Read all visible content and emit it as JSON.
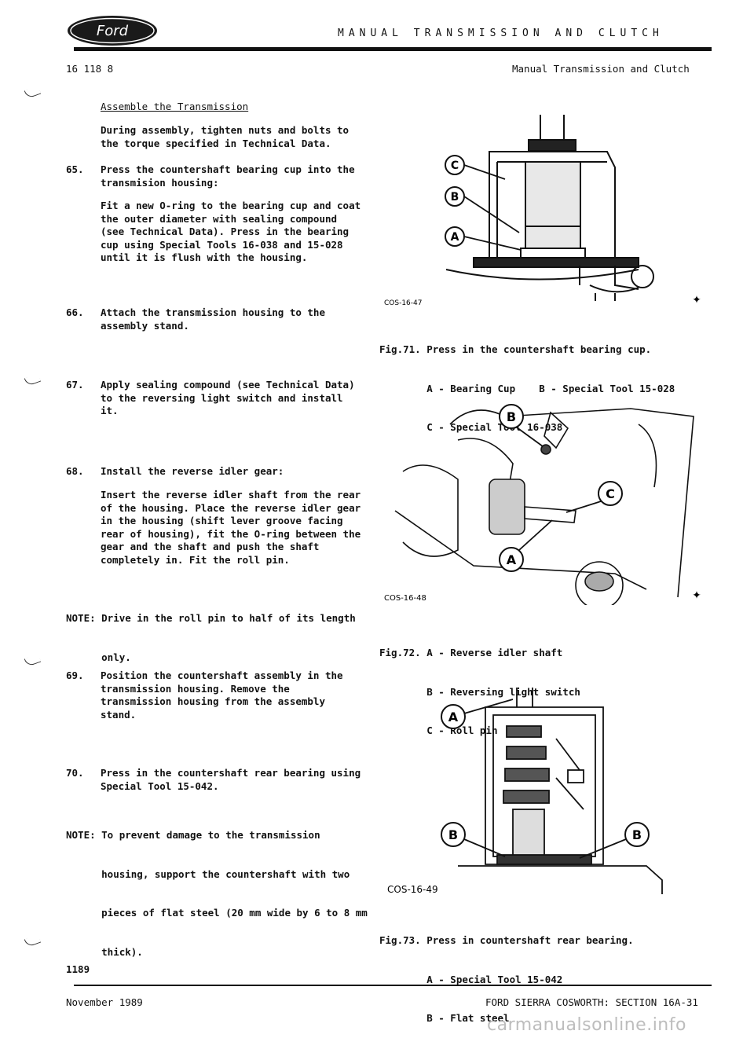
{
  "header": {
    "brand": "Ford",
    "title": "MANUAL TRANSMISSION AND CLUTCH",
    "page_ref": "16 118 8",
    "section": "Manual Transmission and Clutch"
  },
  "left": {
    "heading": "Assemble the Transmission",
    "intro": [
      "During assembly, tighten nuts and bolts to",
      "the torque specified in Technical Data."
    ],
    "steps": [
      {
        "num": "65.",
        "lines": [
          "Press the countershaft bearing cup into the",
          "transmision housing:"
        ]
      },
      {
        "num": "66.",
        "lines": [
          "Attach the transmission housing to the",
          "assembly stand."
        ]
      },
      {
        "num": "67.",
        "lines": [
          "Apply sealing compound (see Technical Data)",
          "to the reversing light switch and install",
          "it."
        ]
      },
      {
        "num": "68.",
        "lines": [
          "Install the reverse idler gear:"
        ]
      },
      {
        "num": "69.",
        "lines": [
          "Position the countershaft assembly in the",
          "transmission housing.  Remove the",
          "transmission housing from the assembly",
          "stand."
        ]
      },
      {
        "num": "70.",
        "lines": [
          "Press in the countershaft rear bearing using",
          "Special Tool 15-042."
        ]
      }
    ],
    "step65_detail": [
      "Fit a new O-ring to the bearing cup and coat",
      "the outer diameter with sealing compound",
      "(see Technical Data).  Press in the bearing",
      "cup using Special Tools 16-038 and 15-028",
      "until it is flush with the housing."
    ],
    "step68_detail": [
      "Insert the reverse idler shaft from the rear",
      "of the housing.  Place the reverse idler gear",
      "in the housing (shift lever groove facing",
      "rear of housing), fit the O-ring between the",
      "gear and the shaft and push the shaft",
      "completely in.  Fit the roll pin."
    ],
    "note1": [
      "NOTE: Drive in the roll pin to half of its length",
      "      only."
    ],
    "note2": [
      "NOTE: To prevent damage to the transmission",
      "      housing, support the countershaft with two",
      "      pieces of flat steel (20 mm wide by 6 to 8 mm",
      "      thick)."
    ]
  },
  "figures": [
    {
      "code": "COS-16-47",
      "caption": [
        "Fig.71. Press in the countershaft bearing cup.",
        "        A - Bearing Cup    B - Special Tool 15-028",
        "        C - Special Tool 16-038"
      ],
      "callouts": [
        "C",
        "B",
        "A"
      ]
    },
    {
      "code": "COS-16-48",
      "caption": [
        "Fig.72. A - Reverse idler shaft",
        "        B - Reversing light switch",
        "        C - Roll pin"
      ],
      "callouts": [
        "B",
        "C",
        "A"
      ]
    },
    {
      "code": "COS-16-49",
      "caption": [
        "Fig.73. Press in countershaft rear bearing.",
        "        A - Special Tool 15-042",
        "        B - Flat steel"
      ],
      "callouts": [
        "A",
        "B",
        "B"
      ]
    }
  ],
  "footer": {
    "page_number": "1189",
    "date": "November 1989",
    "section": "FORD SIERRA COSWORTH: SECTION 16A-31",
    "watermark": "carmanualsonline.info"
  }
}
